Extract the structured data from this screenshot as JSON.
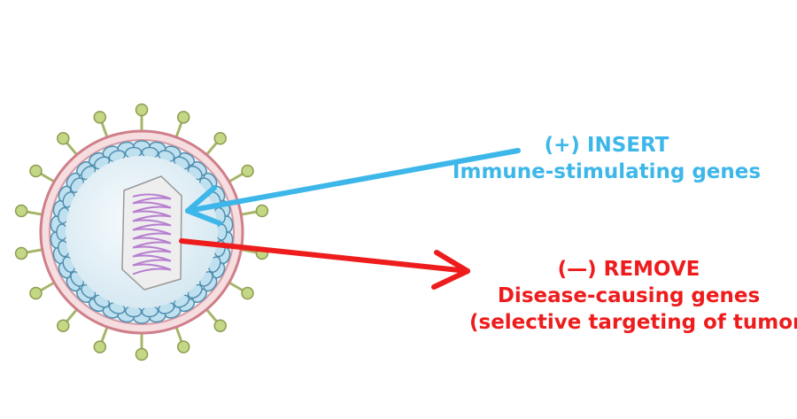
{
  "insert": {
    "title": "(+) INSERT",
    "subtitle": "Immune-stimulating genes",
    "color": "#3db7e9"
  },
  "remove": {
    "title": "(—) REMOVE",
    "subtitle": "Disease-causing genes",
    "detail": "(selective targeting of tumors)",
    "color": "#ee1c1c"
  },
  "virus": {
    "envelope_color": "#d98a93",
    "capsid_color": "#7fb4cf",
    "spike_color": "#b7cc74",
    "genome_color": "#b77fd0"
  }
}
